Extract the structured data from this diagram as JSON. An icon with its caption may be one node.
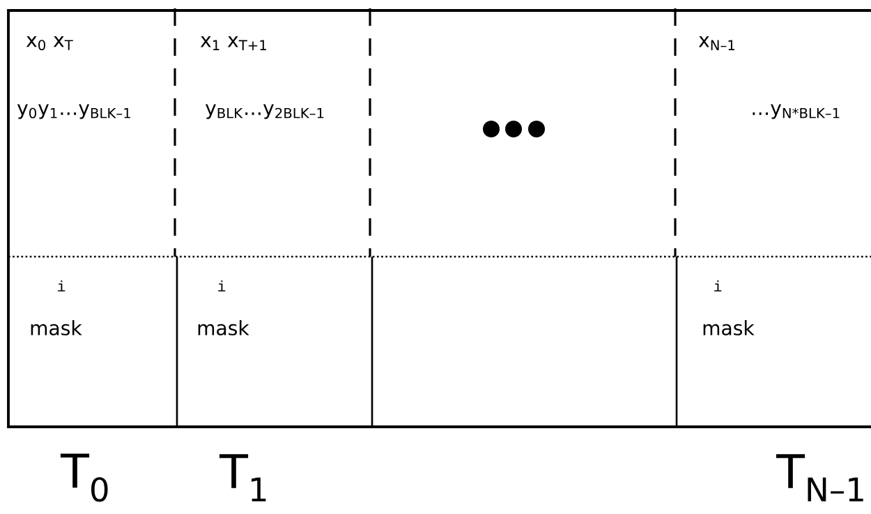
{
  "diagram": {
    "labels": [
      "x$_{0}$ x$_{T}$",
      "x$_{1}$ x$_{T+1}$",
      "x$_{N–1}$",
      "y$_{0}$y$_{1}$…y$_{BLK–1}$",
      "y$_{BLK}$…y$_{2BLK–1}$",
      "…y$_{N*BLK–1}$",
      "i",
      "i",
      "i",
      "mask",
      "mask",
      "mask",
      "T$_{0}$",
      "T$_{1}$",
      "T$_{N–1}$"
    ]
  }
}
